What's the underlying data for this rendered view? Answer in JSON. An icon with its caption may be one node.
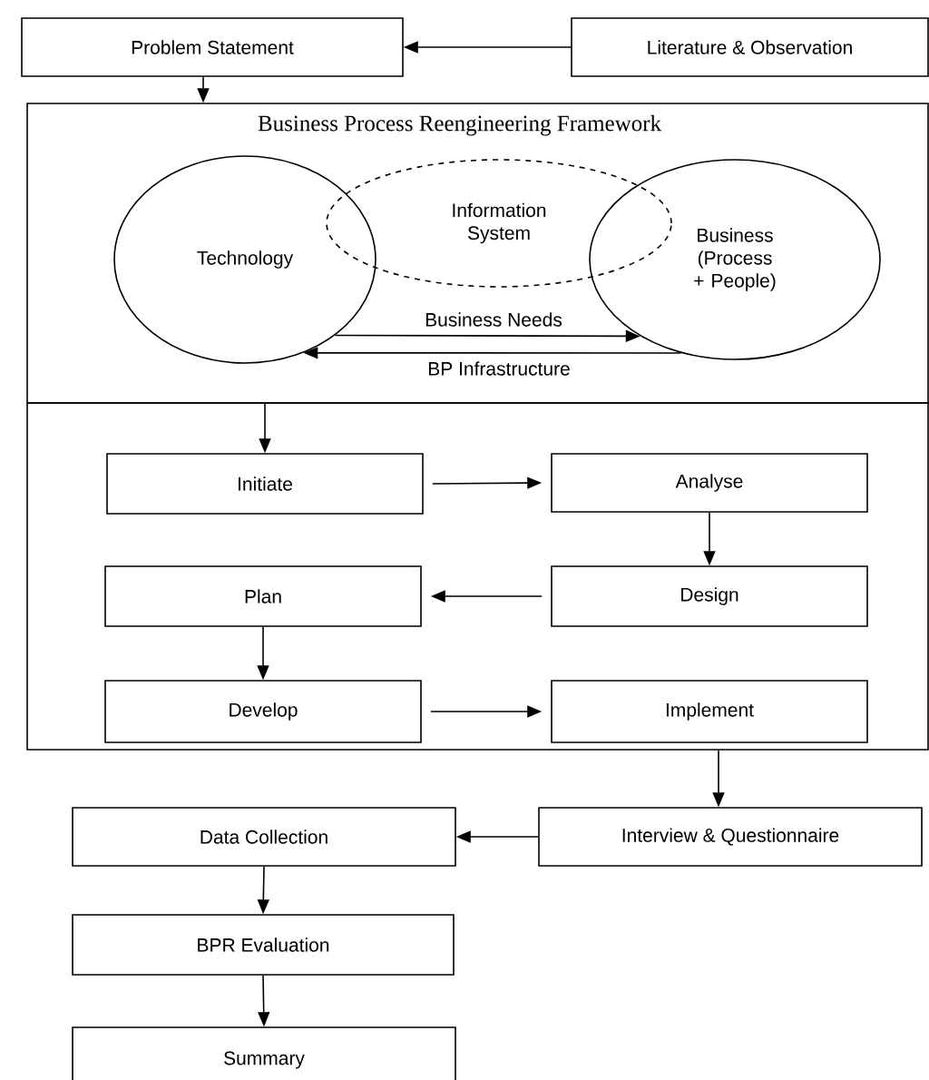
{
  "diagram": {
    "nodes": [
      {
        "text": [
          "Problem Statement"
        ]
      },
      {
        "text": [
          "Literature & Observation"
        ]
      },
      {
        "text": [
          "Business Process Reengineering Framework"
        ]
      },
      {
        "text": [
          "Technology"
        ],
        "in": 2
      },
      {
        "text": [
          "Information System"
        ],
        "in": 2
      },
      {
        "text": [
          "Business (Process + People)"
        ],
        "in": 2
      },
      {
        "text": [],
        "shape": "box"
      },
      {
        "text": [
          "Initiate"
        ],
        "in": 6
      },
      {
        "text": [
          "Analyse"
        ],
        "in": 6
      },
      {
        "text": [
          "Plan"
        ],
        "in": 6
      },
      {
        "text": [
          "Design"
        ],
        "in": 6
      },
      {
        "text": [
          "Develop"
        ],
        "in": 6
      },
      {
        "text": [
          "Implement"
        ],
        "in": 6
      },
      {
        "text": [
          "Interview & Questionnaire"
        ]
      },
      {
        "text": [
          "Data Collection"
        ]
      },
      {
        "text": [
          "BPR Evaluation"
        ]
      },
      {
        "text": [
          "Summary"
        ]
      }
    ],
    "edges": [
      {
        "from": 1,
        "to": 0,
        "arrow": "to"
      },
      {
        "from": 0,
        "to": 2,
        "arrow": "to"
      },
      {
        "from": 3,
        "to": 5,
        "arrow": "to",
        "label": "Business Needs"
      },
      {
        "from": 5,
        "to": 3,
        "arrow": "to",
        "label": "BP Infrastructure"
      },
      {
        "from": 2,
        "to": 7,
        "arrow": "to"
      },
      {
        "from": 7,
        "to": 8,
        "arrow": "to"
      },
      {
        "from": 8,
        "to": 10,
        "arrow": "to"
      },
      {
        "from": 10,
        "to": 9,
        "arrow": "to"
      },
      {
        "from": 9,
        "to": 11,
        "arrow": "to"
      },
      {
        "from": 11,
        "to": 12,
        "arrow": "to"
      },
      {
        "from": 6,
        "to": 13,
        "arrow": "to"
      },
      {
        "from": 13,
        "to": 14,
        "arrow": "to"
      },
      {
        "from": 14,
        "to": 15,
        "arrow": "to"
      },
      {
        "from": 15,
        "to": 16,
        "arrow": "to"
      }
    ]
  }
}
